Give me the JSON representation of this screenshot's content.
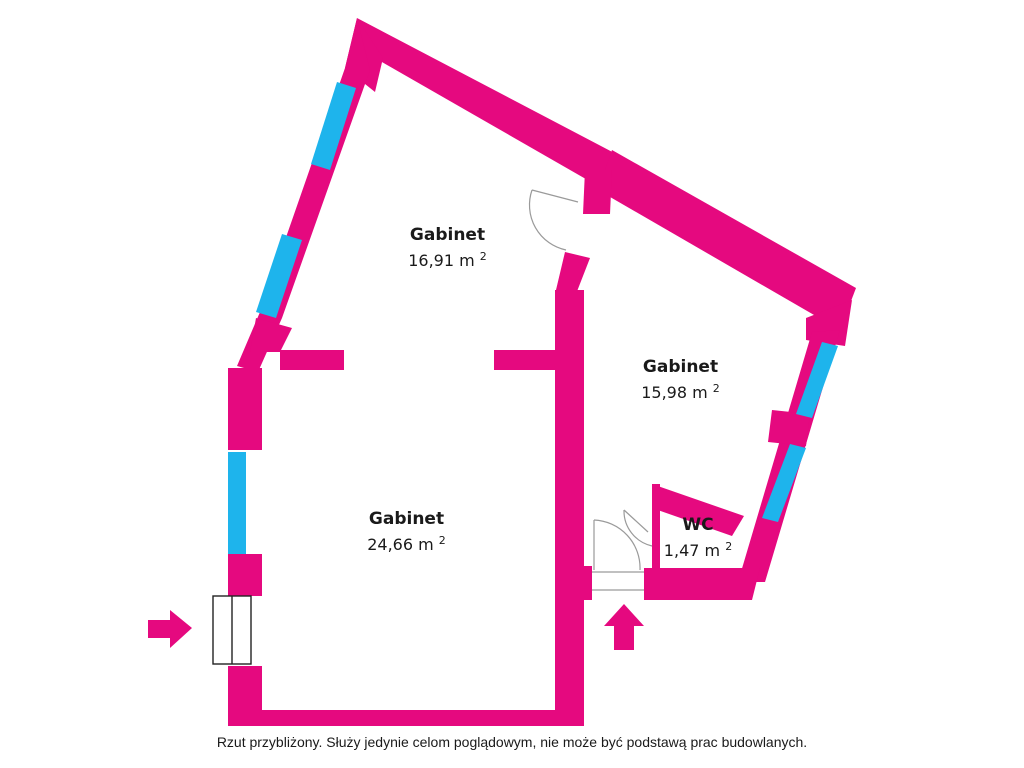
{
  "colors": {
    "wall": "#e5097f",
    "window": "#1eb4ec",
    "door_line": "#9a9a9a",
    "arrow": "#e5097f",
    "text": "#1a1a1a"
  },
  "rooms": [
    {
      "name": "Gabinet",
      "area": "16,91 m",
      "unit_sup": "2"
    },
    {
      "name": "Gabinet",
      "area": "15,98 m",
      "unit_sup": "2"
    },
    {
      "name": "Gabinet",
      "area": "24,66 m",
      "unit_sup": "2"
    },
    {
      "name": "WC",
      "area": "1,47 m",
      "unit_sup": "2"
    }
  ],
  "footnote": "Rzut przybliżony. Służy jedynie celom poglądowym, nie może być podstawą prac budowlanych.",
  "icons": [
    "entrance-arrow-icon",
    "entrance-arrow-icon",
    "door-swing-icon",
    "stairs-icon"
  ]
}
